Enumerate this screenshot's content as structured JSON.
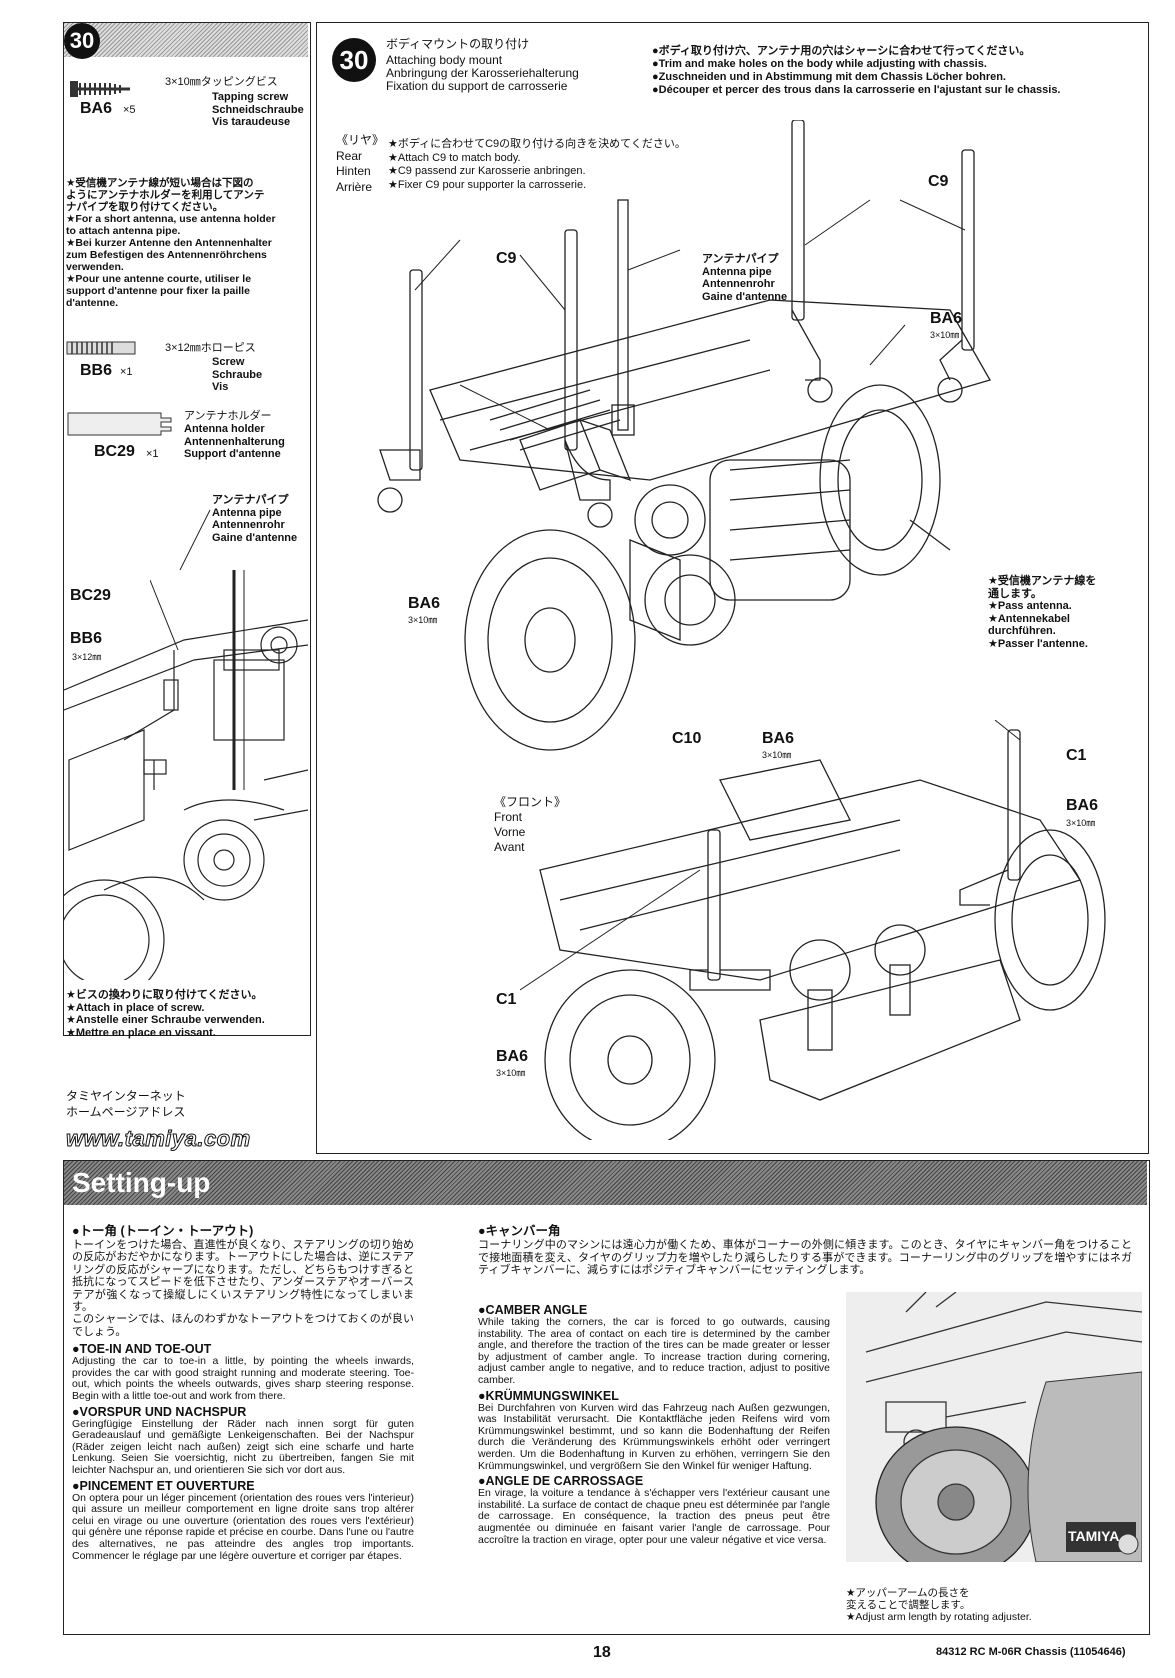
{
  "left_panel": {
    "step_number": "30",
    "screw_ba6": {
      "code": "BA6",
      "qty": "×5",
      "size_jp": "3×10㎜タッピングビス",
      "names": "Tapping screw\nSchneidschraube\nVis taraudeuse"
    },
    "note_short_antenna": "★受信機アンテナ線が短い場合は下図の\nようにアンテナホルダーを利用してアンテ\nナパイプを取り付けてください。\n★For a short antenna, use antenna holder\nto attach antenna pipe.\n★Bei kurzer Antenne den Antennenhalter\nzum Befestigen des Antennenröhrchens\nverwenden.\n★Pour une antenne courte, utiliser le\nsupport d'antenne pour fixer la paille\nd'antenne.",
    "screw_bb6": {
      "code": "BB6",
      "qty": "×1",
      "size_jp": "3×12㎜ホローピス",
      "names": "Screw\nSchraube\nVis"
    },
    "holder_bc29": {
      "code": "BC29",
      "qty": "×1",
      "name_jp": "アンテナホルダー",
      "names": "Antenna holder\nAntennenhalterung\nSupport d'antenne"
    },
    "antenna_pipe_label": "アンテナパイプ\nAntenna pipe\nAntennenrohr\nGaine d'antenne",
    "diagram_labels": {
      "bc29": "BC29",
      "bb6": "BB6",
      "bb6_size": "3×12㎜"
    },
    "note_attach_screw": "★ビスの換わりに取り付けてください。\n★Attach in place of screw.\n★Anstelle einer Schraube verwenden.\n★Mettre en place en vissant.",
    "internet_jp": "タミヤインターネット\nホームページアドレス",
    "url": "www.tamiya.com"
  },
  "main_panel": {
    "step_number": "30",
    "title_jp": "ボディマウントの取り付け",
    "titles": "Attaching body mount\nAnbringung der Karosseriehalterung\nFixation du support de carrosserie",
    "top_note": "●ボディ取り付け穴、アンテナ用の穴はシャーシに合わせて行ってください。\n●Trim and make holes on the body while adjusting with chassis.\n●Zuschneiden und in Abstimmung mit dem Chassis Löcher bohren.\n●Découper et percer des trous dans la carrosserie en l'ajustant sur le chassis.",
    "rear_label": "《リヤ》\nRear\nHinten\nArrière",
    "rear_note": "★ボディに合わせてC9の取り付ける向きを決めてください。\n★Attach C9 to match body.\n★C9 passend zur Karosserie anbringen.\n★Fixer C9 pour supporter la carrosserie.",
    "antenna_pipe": "アンテナパイプ\nAntenna pipe\nAntennenrohr\nGaine d'antenne",
    "pass_antenna": "★受信機アンテナ線を\n通します。\n★Pass antenna.\n★Antennekabel\ndurchführen.\n★Passer l'antenne.",
    "front_label": "《フロント》\nFront\nVorne\nAvant",
    "labels": {
      "c9_left": "C9",
      "c9_right": "C9",
      "ba6": "BA6",
      "size": "3×10㎜",
      "c10": "C10",
      "c1": "C1"
    }
  },
  "setting_up": {
    "title": "Setting-up",
    "toe_jp_head": "●トー角 (トーイン・トーアウト)",
    "toe_jp": "トーインをつけた場合、直進性が良くなり、ステアリングの切り始めの反応がおだやかになります。トーアウトにした場合は、逆にステアリングの反応がシャープになります。ただし、どちらもつけすぎると抵抗になってスピードを低下させたり、アンダーステアやオーバーステアが強くなって操縦しにくいステアリング特性になってしまいます。\nこのシャーシでは、ほんのわずかなトーアウトをつけておくのが良いでしょう。",
    "toe_en_head": "●TOE-IN AND TOE-OUT",
    "toe_en": "Adjusting the car to toe-in a little, by pointing the wheels inwards, provides the car with good straight running and moderate steering. Toe-out, which points the wheels outwards, gives sharp steering response. Begin with a little toe-out and work from there.",
    "toe_de_head": "●VORSPUR UND NACHSPUR",
    "toe_de": "Geringfügige Einstellung der Räder nach innen sorgt für guten Geradeauslauf und gemäßigte Lenkeigenschaften. Bei der Nachspur (Räder zeigen leicht nach außen) zeigt sich eine scharfe und harte Lenkung. Seien Sie voersichtig, nicht zu übertreiben, fangen Sie mit leichter Nachspur an, und orientieren Sie sich vor dort aus.",
    "toe_fr_head": "●PINCEMENT ET OUVERTURE",
    "toe_fr": "On optera pour un léger pincement (orientation des roues vers l'interieur) qui assure un meilleur comportement en ligne droite sans trop altérer celui en virage ou une ouverture (orientation des roues vers l'extérieur) qui génère une réponse rapide et précise en courbe. Dans l'une ou l'autre des alternatives, ne pas atteindre des angles trop importants. Commencer le réglage par une légère ouverture et corriger par étapes.",
    "camber_jp_head": "●キャンバー角",
    "camber_jp": "コーナリング中のマシンには遠心力が働くため、車体がコーナーの外側に傾きます。このとき、タイヤにキャンバー角をつけることで接地面積を変え、タイヤのグリップ力を増やしたり減らしたりする事ができます。コーナーリング中のグリップを増やすにはネガティブキャンバーに、減らすにはポジティブキャンバーにセッティングします。",
    "camber_en_head": "●CAMBER ANGLE",
    "camber_en": "While taking the corners, the car is forced to go outwards, causing instability. The area of contact on each tire is determined by the camber angle, and therefore the traction of the tires can be made greater or lesser by adjustment of camber angle. To increase traction during cornering, adjust camber angle to negative, and to reduce traction, adjust to positive camber.",
    "camber_de_head": "●KRÜMMUNGSWINKEL",
    "camber_de": "Bei Durchfahren von Kurven wird das Fahrzeug nach Außen gezwungen, was Instabilität verursacht. Die Kontaktfläche jeden Reifens wird vom Krümmungswinkel bestimmt, und so kann die Bodenhaftung der Reifen durch die Veränderung des Krümmungswinkels erhöht oder verringert werden. Um die Bodenhaftung in Kurven zu erhöhen, verringern Sie den Krümmungswinkel, und vergrößern Sie den Winkel für weniger Haftung.",
    "camber_fr_head": "●ANGLE DE CARROSSAGE",
    "camber_fr": "En virage, la voiture a tendance à s'échapper vers l'extérieur causant une instabilité. La surface de contact de chaque pneu est déterminée par l'angle de carrossage. En conséquence, la traction des pneus peut être augmentée ou diminuée en faisant varier l'angle de carrossage. Pour accroître la traction en virage, opter pour une valeur négative et vice versa.",
    "upper_arm_note": "★アッパーアームの長さを\n変えることで調整します。\n★Adjust arm length by rotating adjuster.",
    "photo_brand": "TAMIYA"
  },
  "footer": {
    "page_number": "18",
    "model": "84312 RC M-06R Chassis (11054646)"
  }
}
